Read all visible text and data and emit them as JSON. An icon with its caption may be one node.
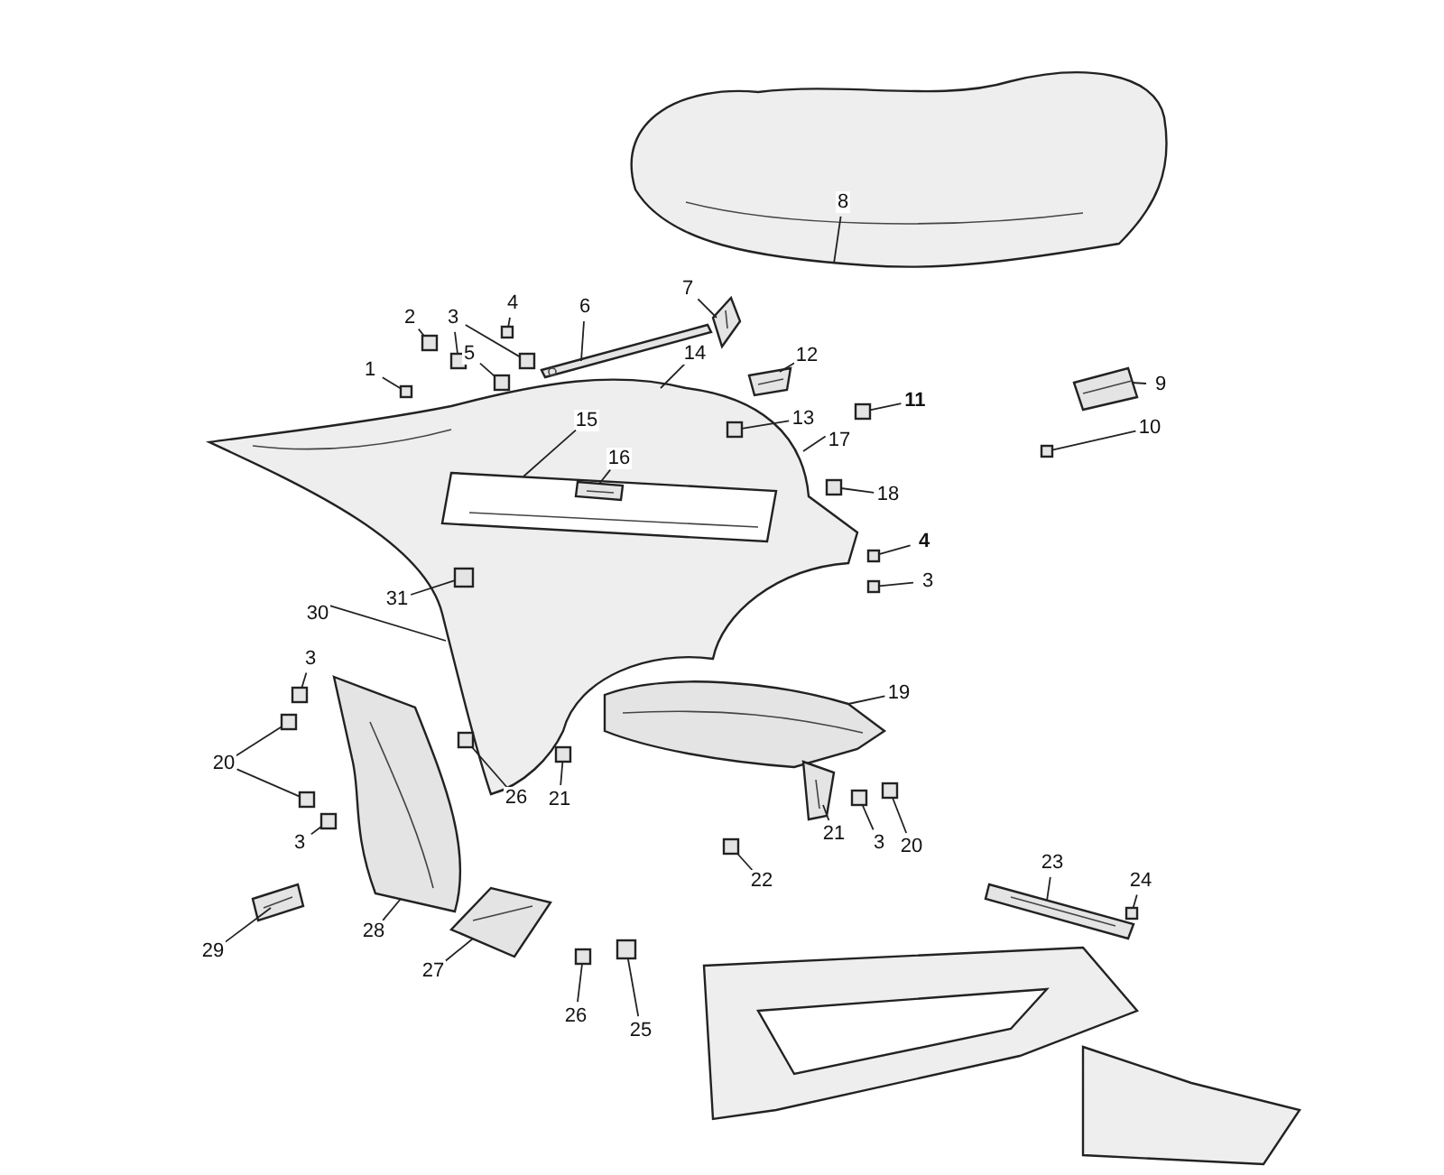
{
  "diagram": {
    "nodes": [
      {
        "text": [
          "8"
        ],
        "in": 39
      },
      {
        "text": [
          "7"
        ]
      },
      {
        "text": [
          "6"
        ]
      },
      {
        "text": [
          "2"
        ]
      },
      {
        "text": [
          "3"
        ]
      },
      {
        "text": [
          "4"
        ]
      },
      {
        "text": [
          "5"
        ]
      },
      {
        "text": [
          "12"
        ]
      },
      {
        "text": [
          "14"
        ]
      },
      {
        "text": [
          "1"
        ]
      },
      {
        "text": [
          "9"
        ]
      },
      {
        "text": [
          "11"
        ]
      },
      {
        "text": [
          "13"
        ]
      },
      {
        "text": [
          "15"
        ],
        "in": 48
      },
      {
        "text": [
          "10"
        ]
      },
      {
        "text": [
          "17"
        ]
      },
      {
        "text": [
          "16"
        ],
        "in": 48
      },
      {
        "text": [
          "18"
        ]
      },
      {
        "text": [
          "4"
        ]
      },
      {
        "text": [
          "3"
        ]
      },
      {
        "text": [
          "31"
        ]
      },
      {
        "text": [
          "30"
        ]
      },
      {
        "text": [
          "3"
        ]
      },
      {
        "text": [
          "19"
        ]
      },
      {
        "text": [
          "20"
        ]
      },
      {
        "text": [
          "26"
        ]
      },
      {
        "text": [
          "21"
        ]
      },
      {
        "text": [
          "21"
        ]
      },
      {
        "text": [
          "3"
        ]
      },
      {
        "text": [
          "20"
        ]
      },
      {
        "text": [
          "3"
        ]
      },
      {
        "text": [
          "23"
        ]
      },
      {
        "text": [
          "22"
        ]
      },
      {
        "text": [
          "24"
        ]
      },
      {
        "text": [
          "28"
        ]
      },
      {
        "text": [
          "29"
        ]
      },
      {
        "text": [
          "27"
        ]
      },
      {
        "text": [
          "26"
        ]
      },
      {
        "text": [
          "25"
        ]
      },
      {
        "text": [],
        "shape": "picture"
      },
      {
        "text": [],
        "shape": "picture"
      },
      {
        "text": [],
        "shape": "picture"
      },
      {
        "text": [],
        "shape": "box"
      },
      {
        "text": [],
        "shape": "box"
      },
      {
        "text": [],
        "shape": "box"
      },
      {
        "text": [],
        "shape": "box"
      },
      {
        "text": [],
        "shape": "box"
      },
      {
        "text": [],
        "shape": "picture"
      },
      {
        "text": [],
        "shape": "picture"
      },
      {
        "text": [],
        "shape": "box"
      },
      {
        "text": [],
        "shape": "picture"
      },
      {
        "text": [],
        "shape": "box"
      },
      {
        "text": [],
        "shape": "box",
        "in": 48
      },
      {
        "text": [],
        "shape": "picture",
        "in": 48
      },
      {
        "text": [],
        "shape": "box"
      },
      {
        "text": [],
        "shape": "picture",
        "in": 53
      },
      {
        "text": [],
        "shape": "box"
      },
      {
        "text": [],
        "shape": "box"
      },
      {
        "text": [],
        "shape": "box"
      },
      {
        "text": [],
        "shape": "box",
        "in": 48
      },
      {
        "text": [],
        "shape": "picture"
      },
      {
        "text": [],
        "shape": "box"
      },
      {
        "text": [],
        "shape": "box"
      },
      {
        "text": [],
        "shape": "box"
      },
      {
        "text": [],
        "shape": "box"
      },
      {
        "text": [],
        "shape": "box"
      },
      {
        "text": [],
        "shape": "picture"
      },
      {
        "text": [],
        "shape": "box"
      },
      {
        "text": [],
        "shape": "box"
      },
      {
        "text": [],
        "shape": "box"
      },
      {
        "text": [],
        "shape": "picture"
      },
      {
        "text": [],
        "shape": "box"
      },
      {
        "text": [],
        "shape": "box"
      },
      {
        "text": [],
        "shape": "picture"
      },
      {
        "text": [],
        "shape": "picture"
      },
      {
        "text": [],
        "shape": "picture"
      },
      {
        "text": [],
        "shape": "box"
      },
      {
        "text": [],
        "shape": "box"
      }
    ],
    "edges": [
      {
        "from": 0,
        "to": 39,
        "arrow": "none"
      },
      {
        "from": 1,
        "to": 40,
        "arrow": "none"
      },
      {
        "from": 2,
        "to": 41,
        "arrow": "none"
      },
      {
        "from": 3,
        "to": 42,
        "arrow": "none"
      },
      {
        "from": 4,
        "to": 43,
        "arrow": "none"
      },
      {
        "from": 4,
        "to": 44,
        "arrow": "none"
      },
      {
        "from": 5,
        "to": 45,
        "arrow": "none"
      },
      {
        "from": 6,
        "to": 46,
        "arrow": "none"
      },
      {
        "from": 7,
        "to": 47,
        "arrow": "none"
      },
      {
        "from": 8,
        "to": 48,
        "arrow": "none"
      },
      {
        "from": 9,
        "to": 49,
        "arrow": "none"
      },
      {
        "from": 10,
        "to": 50,
        "arrow": "none"
      },
      {
        "from": 11,
        "to": 51,
        "arrow": "none"
      },
      {
        "from": 12,
        "to": 52,
        "arrow": "none"
      },
      {
        "from": 13,
        "to": 53,
        "arrow": "none"
      },
      {
        "from": 14,
        "to": 54,
        "arrow": "none"
      },
      {
        "from": 15,
        "to": 48,
        "arrow": "none"
      },
      {
        "from": 16,
        "to": 55,
        "arrow": "none"
      },
      {
        "from": 17,
        "to": 56,
        "arrow": "none"
      },
      {
        "from": 18,
        "to": 57,
        "arrow": "none"
      },
      {
        "from": 19,
        "to": 58,
        "arrow": "none"
      },
      {
        "from": 20,
        "to": 59,
        "arrow": "none"
      },
      {
        "from": 21,
        "to": 48,
        "arrow": "none"
      },
      {
        "from": 22,
        "to": 61,
        "arrow": "none"
      },
      {
        "from": 23,
        "to": 60,
        "arrow": "none"
      },
      {
        "from": 24,
        "to": 62,
        "arrow": "none"
      },
      {
        "from": 24,
        "to": 63,
        "arrow": "none"
      },
      {
        "from": 25,
        "to": 64,
        "arrow": "none"
      },
      {
        "from": 26,
        "to": 65,
        "arrow": "none"
      },
      {
        "from": 27,
        "to": 66,
        "arrow": "none"
      },
      {
        "from": 28,
        "to": 67,
        "arrow": "none"
      },
      {
        "from": 29,
        "to": 68,
        "arrow": "none"
      },
      {
        "from": 30,
        "to": 69,
        "arrow": "none"
      },
      {
        "from": 31,
        "to": 70,
        "arrow": "none"
      },
      {
        "from": 32,
        "to": 71,
        "arrow": "none"
      },
      {
        "from": 33,
        "to": 72,
        "arrow": "none"
      },
      {
        "from": 34,
        "to": 73,
        "arrow": "none"
      },
      {
        "from": 35,
        "to": 74,
        "arrow": "none"
      },
      {
        "from": 36,
        "to": 75,
        "arrow": "none"
      },
      {
        "from": 37,
        "to": 76,
        "arrow": "none"
      },
      {
        "from": 38,
        "to": 77,
        "arrow": "none"
      }
    ]
  }
}
